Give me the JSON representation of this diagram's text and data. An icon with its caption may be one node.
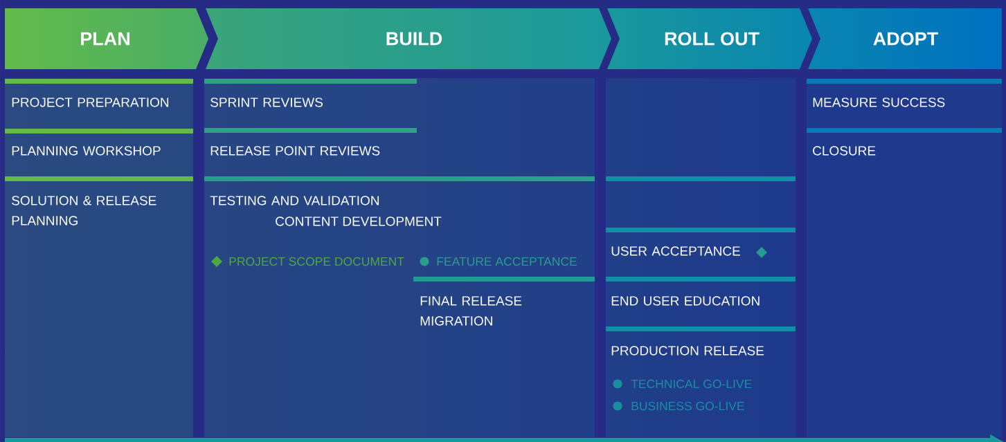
{
  "diagram": {
    "nodes": [
      {
        "text": [
          "PLAN"
        ]
      },
      {
        "text": [
          "BUILD"
        ]
      },
      {
        "text": [
          "ROLL OUT"
        ]
      },
      {
        "text": [
          "ADOPT"
        ]
      },
      {
        "text": [
          "PROJECT PREPARATION"
        ]
      },
      {
        "text": [
          "PLANNING WORKSHOP"
        ]
      },
      {
        "text": [
          "SOLUTION & RELEASE PLANNING"
        ]
      },
      {
        "text": [
          "SPRINT REVIEWS"
        ]
      },
      {
        "text": [
          "RELEASE POINT REVIEWS"
        ]
      },
      {
        "text": [
          "TESTING AND VALIDATION",
          "CONTENT DEVELOPMENT"
        ]
      },
      {
        "text": [
          "FINAL RELEASE MIGRATION"
        ]
      },
      {
        "text": [
          "USER ACCEPTANCE"
        ]
      },
      {
        "text": [
          "END USER EDUCATION"
        ]
      },
      {
        "text": [
          "PRODUCTION RELEASE"
        ]
      },
      {
        "text": [
          "MEASURE SUCCESS"
        ]
      },
      {
        "text": [
          "CLOSURE"
        ]
      }
    ],
    "labels": [
      "PROJECT SCOPE DOCUMENT",
      "FEATURE ACCEPTANCE",
      "TECHNICAL GO-LIVE",
      "BUSINESS GO-LIVE"
    ]
  }
}
